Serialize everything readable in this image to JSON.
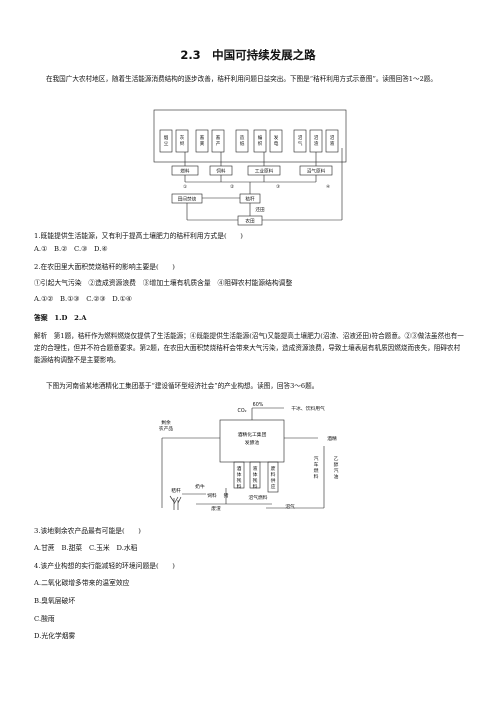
{
  "section_title": "2.3　中国可持续发展之路",
  "intro_1": "在我国广大农村地区，随着生活能源消费结构的逐步改善，秸秆利用问题日益突出。下图是“秸秆利用方式示意图”。读图回答1～2题。",
  "diagram1": {
    "boxes": {
      "feed": "饲料",
      "fuel": "燃料",
      "industrial": "工业原料",
      "biogas_material": "沼气原料",
      "straw": "秸秆",
      "field_burn": "田间焚烧",
      "return_field": "还田",
      "farmland": "农田"
    },
    "top_items": [
      "烟尘",
      "灰烬",
      "畜粪",
      "畜产",
      "造纸",
      "编织",
      "发电",
      "沼气",
      "沼渣",
      "沼液"
    ],
    "circled": [
      "①",
      "②",
      "③",
      "④"
    ]
  },
  "q1": "1.既能提供生活能源，又有利于提高土壤肥力的秸秆利用方式是(　　)",
  "q1_opts": "A.①　B.②　C.③　D.④",
  "q2": "2.在农田里大面积焚烧秸秆的影响主要是(　　)",
  "q2_stmts": "①引起大气污染　②造成资源浪费　③增加土壤有机质含量　④阻碍农村能源结构调整",
  "q2_opts": "A.①②　B.①③　C.②③　D.①④",
  "answer": "答案　1.D　2.A",
  "analysis": "解析　第1题，秸秆作为燃料燃烧仅提供了生活能源；④既能提供生活能源(沼气)又能提高土壤肥力(沼渣、沼液还田)符合题意。②③做法虽然也有一定的合理性，但并不符合题意要求。第2题，在农田大面积焚烧秸秆会带来大气污染，造成资源浪费，导致土壤表层有机质因燃烧而丧失，阻碍农村能源结构调整不是主要影响。",
  "intro_2": "下图为河南省某地酒精化工集团基于“建设循环型经济社会”的产业构想。读图，回答3～6题。",
  "diagram2": {
    "center": "酒精化工集团 发酵池",
    "percent": "60%",
    "co2": "CO₂",
    "dry_ice": "干冰、饮料用气",
    "alcohol": "酒精",
    "surplus": "剩余 农产品",
    "residue_a": "酒 体 残 料",
    "residue_b": "液 体 残 料",
    "waste_water": "废 料 供 应",
    "straw": "秸秆",
    "cow": "奶牛",
    "feed": "饲料",
    "pig": "猪",
    "biogas_fuel": "沼气燃料",
    "biogas": "沼气",
    "manure": "废渣",
    "fuel_blend": "汽 车 燃 料",
    "gasoline": "乙 醇 汽 油"
  },
  "q3": "3.该地剩余农产品最有可能是(　　)",
  "q3_opts": "A.甘蔗　B.甜菜　C.玉米　D.水稻",
  "q4": "4.该产业构想的实行能减轻的环境问题是(　　)",
  "q4_a": "A.二氧化碳增多带来的温室效应",
  "q4_b": "B.臭氧层破坏",
  "q4_c": "C.酸雨",
  "q4_d": "D.光化学烟雾"
}
